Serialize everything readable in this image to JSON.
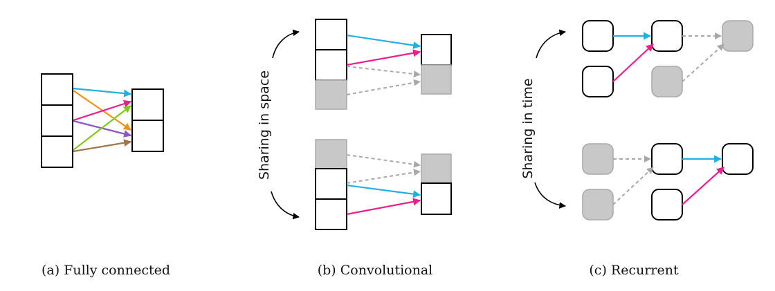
{
  "captions": {
    "a": "(a) Fully connected",
    "b": "(b) Convolutional",
    "c": "(c) Recurrent"
  },
  "labels": {
    "space": "Sharing in space",
    "time": "Sharing in time"
  },
  "colors": {
    "blue": "#1fb1e6",
    "pink": "#ec1e8c",
    "orange": "#f5920d",
    "purple": "#8d55c6",
    "green": "#82c91e",
    "brown": "#a0764a",
    "gray_fill": "#c8c8c8",
    "gray_line": "#a8a8a8",
    "black": "#000000"
  }
}
